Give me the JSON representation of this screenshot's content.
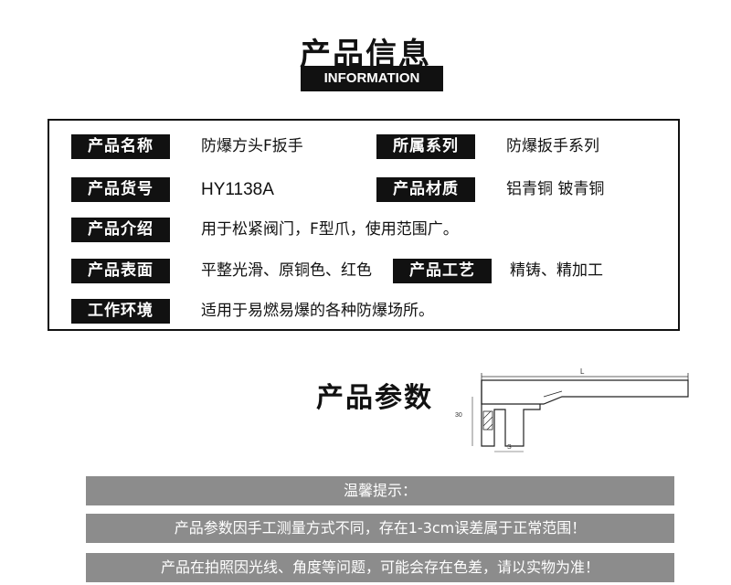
{
  "header": {
    "title": "产品信息",
    "subtitle_en": "INFORMATION"
  },
  "info": {
    "name_label": "产品名称",
    "name_value": "防爆方头F扳手",
    "series_label": "所属系列",
    "series_value": "防爆扳手系列",
    "code_label": "产品货号",
    "code_value": "HY1138A",
    "material_label": "产品材质",
    "material_value": "铝青铜 铍青铜",
    "intro_label": "产品介绍",
    "intro_value": "用于松紧阀门，F型爪，使用范围广。",
    "surface_label": "产品表面",
    "surface_value": "平整光滑、原铜色、红色",
    "craft_label": "产品工艺",
    "craft_value": "精铸、精加工",
    "env_label": "工作环境",
    "env_value": "适用于易燃易爆的各种防爆场所。"
  },
  "params": {
    "title": "产品参数",
    "diagram_labels": {
      "length": "L",
      "height": "30",
      "width": "S"
    }
  },
  "notice": {
    "heading": "温馨提示：",
    "line1": "产品参数因手工测量方式不同，存在1-3cm误差属于正常范围！",
    "line2": "产品在拍照因光线、角度等问题，可能会存在色差，请以实物为准！"
  },
  "colors": {
    "label_bg": "#111111",
    "bar_bg": "#8c8c8c"
  }
}
